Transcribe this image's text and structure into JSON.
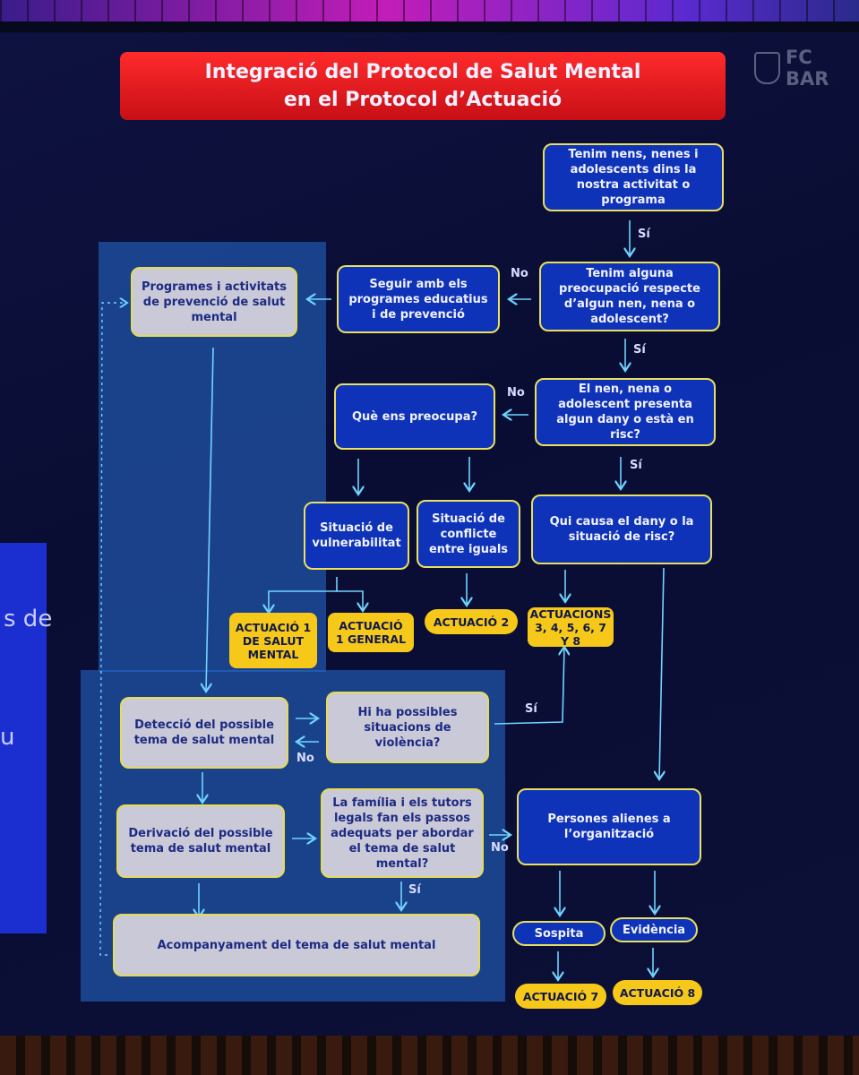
{
  "title": {
    "line1": "Integració del Protocol de Salut Mental",
    "line2": "en el Protocol d’Actuació"
  },
  "logo": {
    "text": "FC BAR"
  },
  "side_text": {
    "t1": "s de",
    "t2": "u"
  },
  "nodes": {
    "start": "Tenim nens, nenes i adolescents dins la nostra activitat o programa",
    "concern": "Tenim alguna preocupació respecte d’algun nen, nena o adolescent?",
    "continue": "Seguir amb els programes educatius i de prevenció",
    "prevention": "Programes i activitats de prevenció de salut mental",
    "harm": "El nen, nena o adolescent presenta algun dany o està en risc?",
    "what": "Què ens preocupa?",
    "vulnerability": "Situació de vulnerabilitat",
    "conflict": "Situació de conflicte entre iguals",
    "who": "Qui causa el dany o la situació de risc?",
    "detection": "Detecció del possible tema de salut mental",
    "violence": "Hi ha possibles situacions de violència?",
    "referral": "Derivació del possible tema de salut mental",
    "family": "La família i els tutors legals fan els passos adequats per abordar el tema de salut mental?",
    "external": "Persones alienes a l’organització",
    "support": "Acompanyament del tema de salut mental",
    "suspicion": "Sospita",
    "evidence": "Evidència"
  },
  "actions": {
    "a1sm": "ACTUACIÓ 1 DE SALUT MENTAL",
    "a1g": "ACTUACIÓ 1 GENERAL",
    "a2": "ACTUACIÓ 2",
    "a345678": "ACTUACIONS 3, 4, 5, 6, 7 Y 8",
    "a7": "ACTUACIÓ 7",
    "a8": "ACTUACIÓ 8"
  },
  "labels": {
    "yes": "Sí",
    "no": "No"
  },
  "colors": {
    "box_blue": "#0f33b8",
    "box_gray": "#c9c9d7",
    "action_yellow": "#f6c81a",
    "title_red": "#e8161e",
    "arrow": "#6fd4ff"
  }
}
